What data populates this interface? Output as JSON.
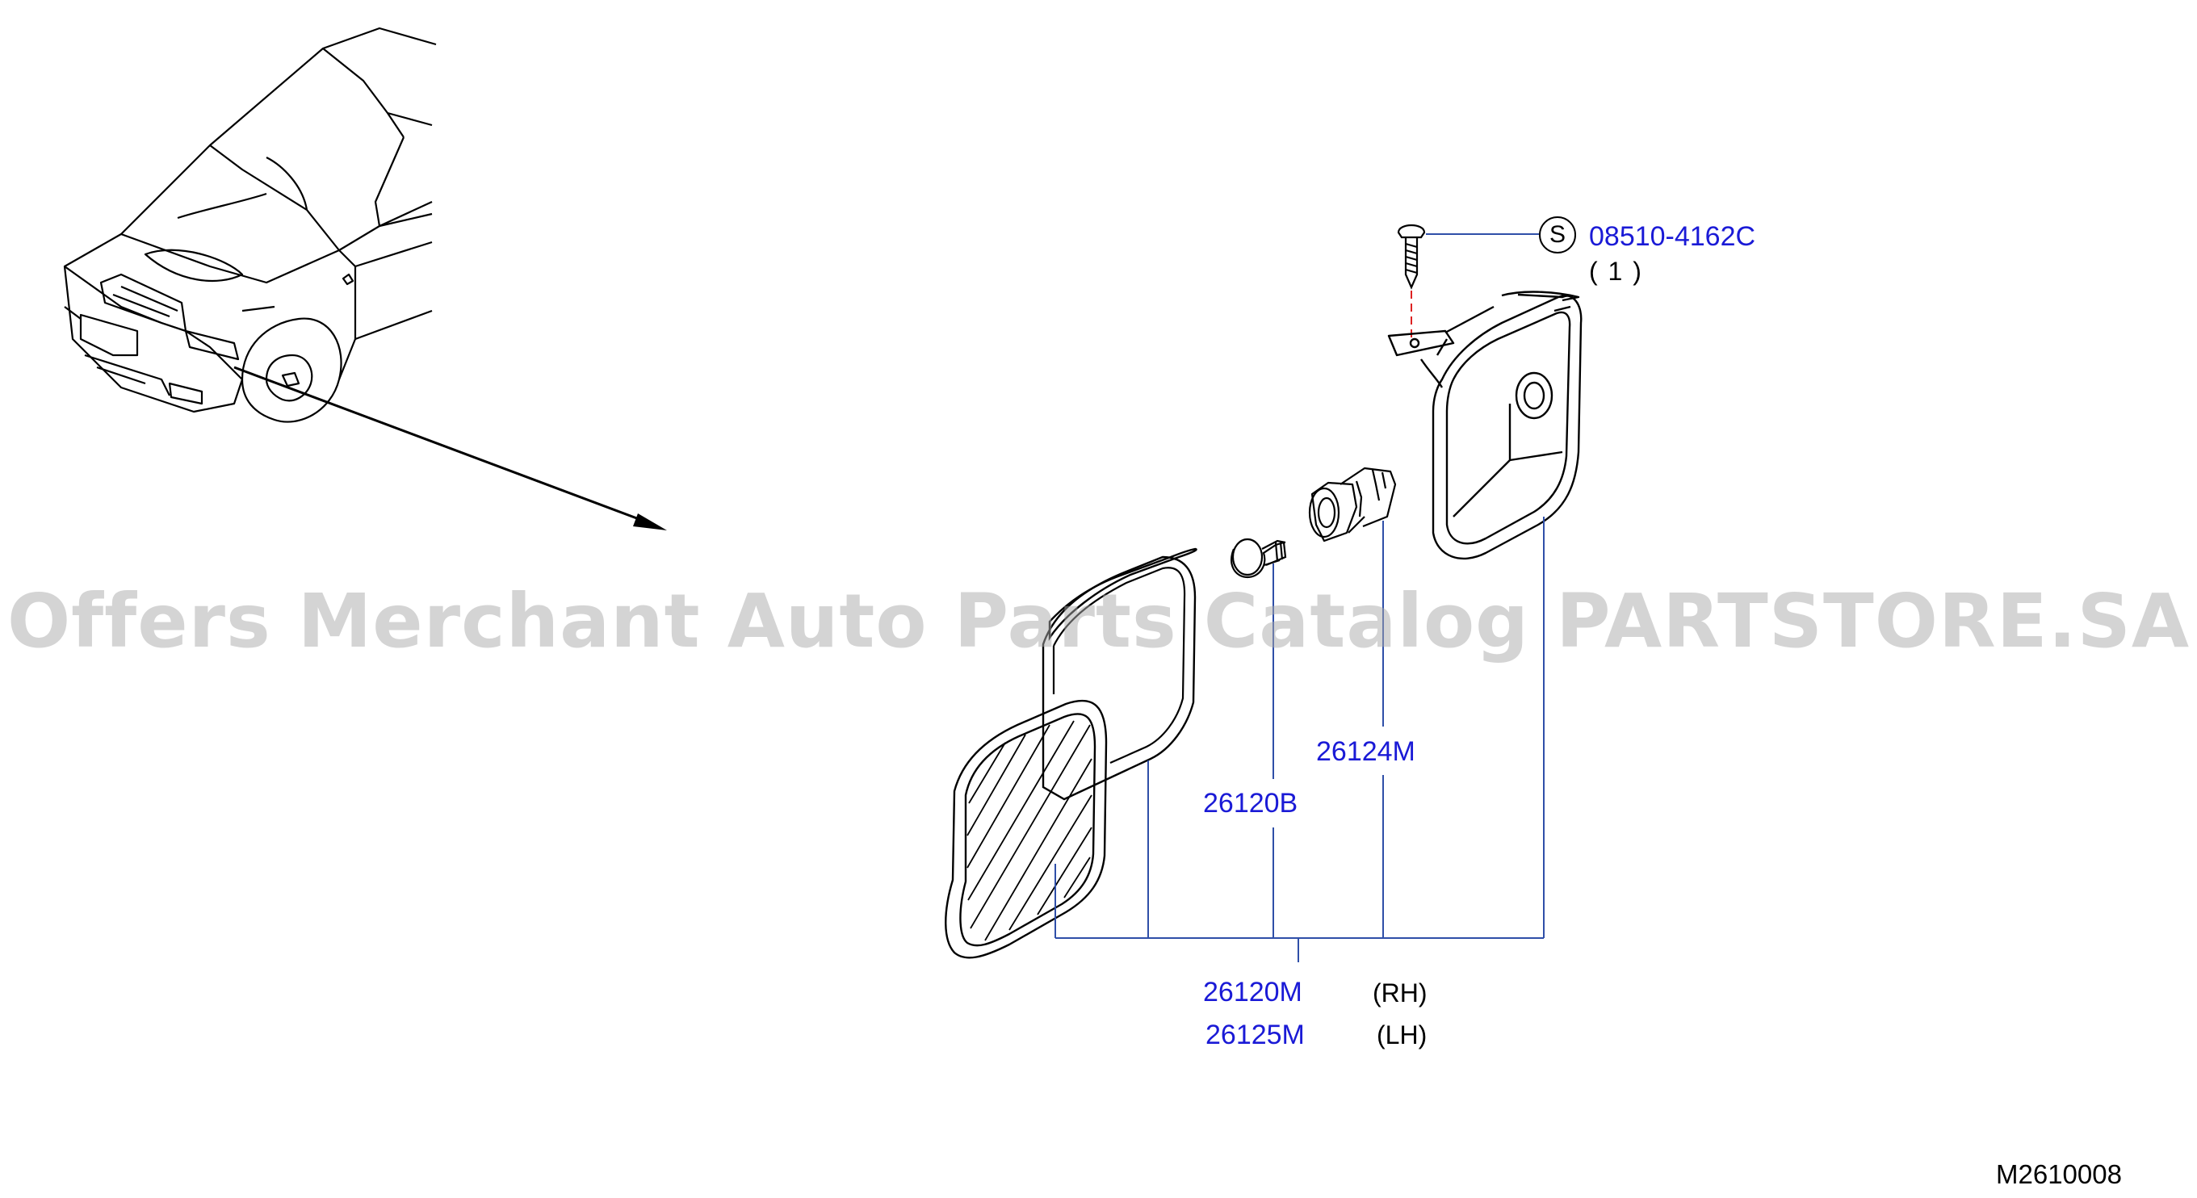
{
  "watermark": "Offers Merchant Auto Parts Catalog PARTSTORE.SA",
  "diagram_code": "M2610008",
  "screw": {
    "badge": "S",
    "part_number": "08510-4162C",
    "quantity": "( 1 )"
  },
  "parts": {
    "bulb_socket": "26124M",
    "bulb": "26120B",
    "lamp_rh": "26120M",
    "lamp_lh": "26125M"
  },
  "side_notes": {
    "rh": "(RH)",
    "lh": "(LH)"
  },
  "colors": {
    "part_link": "#1a1ad6",
    "leader_line": "#2f4fa8",
    "drawing": "#000000"
  }
}
